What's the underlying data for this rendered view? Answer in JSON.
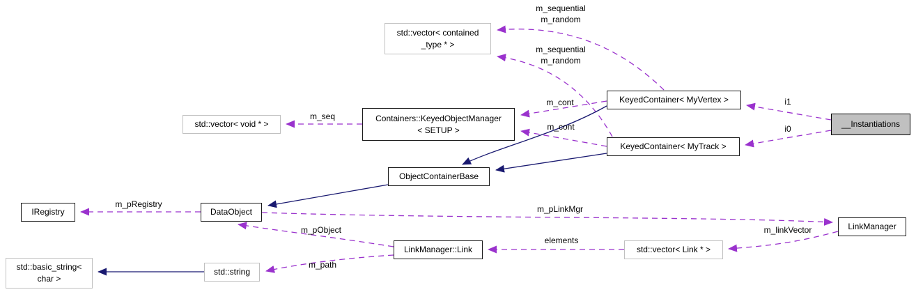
{
  "colors": {
    "background": "#ffffff",
    "usage_edge": "#9a32cd",
    "inheritance_edge": "#191970",
    "linked_node_border": "#1a1a1a",
    "external_node_border": "#c0c0c0",
    "current_node_fill": "#c0c0c0",
    "node_fill": "#ffffff",
    "text": "#000000"
  },
  "nodes": {
    "vector_contained_type": {
      "lines": [
        "std::vector< contained",
        "_type * >"
      ]
    },
    "keyed_object_manager": {
      "lines": [
        "Containers::KeyedObjectManager",
        "< SETUP >"
      ]
    },
    "vector_void": {
      "label": "std::vector< void * >"
    },
    "keyed_container_myvertex": {
      "label": "KeyedContainer< MyVertex >"
    },
    "keyed_container_mytrack": {
      "label": "KeyedContainer< MyTrack >"
    },
    "instantiations": {
      "label": "__Instantiations"
    },
    "object_container_base": {
      "label": "ObjectContainerBase"
    },
    "data_object": {
      "label": "DataObject"
    },
    "iregistry": {
      "label": "IRegistry"
    },
    "link_manager": {
      "label": "LinkManager"
    },
    "link_manager_link": {
      "label": "LinkManager::Link"
    },
    "vector_link": {
      "label": "std::vector< Link * >"
    },
    "std_string": {
      "label": "std::string"
    },
    "basic_string": {
      "lines": [
        "std::basic_string<",
        "char >"
      ]
    }
  },
  "edge_labels": {
    "myvertex_to_vector": {
      "lines": [
        "m_sequential",
        "m_random"
      ]
    },
    "mytrack_to_vector": {
      "lines": [
        "m_sequential",
        "m_random"
      ]
    },
    "m_cont_upper": "m_cont",
    "m_cont_lower": "m_cont",
    "i1": "i1",
    "i0": "i0",
    "m_seq": "m_seq",
    "m_pRegistry": "m_pRegistry",
    "m_pLinkMgr": "m_pLinkMgr",
    "m_linkVector": "m_linkVector",
    "m_pObject": "m_pObject",
    "elements": "elements",
    "m_path": "m_path"
  }
}
